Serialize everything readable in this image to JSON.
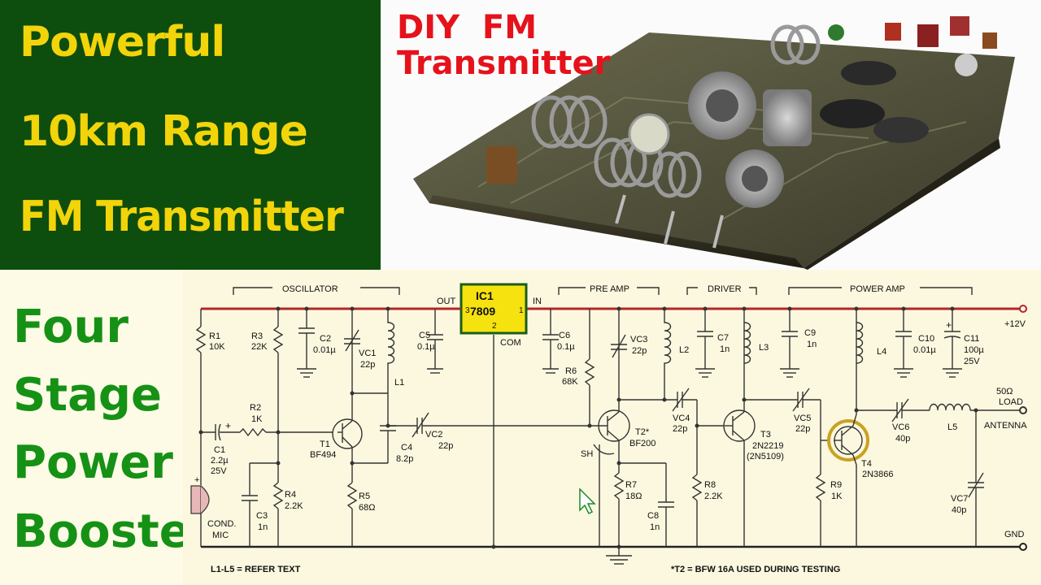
{
  "title_lines": [
    "Powerful",
    "10km Range",
    "FM Transmitter"
  ],
  "diy_title": "DIY  FM\nTransmitter",
  "stage_words": [
    "Four",
    "Stage",
    "Power",
    "Booster"
  ],
  "sections": {
    "oscillator": "OSCILLATOR",
    "pre_amp": "PRE AMP",
    "driver": "DRIVER",
    "power_amp": "POWER AMP"
  },
  "ic": {
    "name": "IC1",
    "part": "7809",
    "pin_in": "1",
    "pin_com": "2",
    "pin_out": "3",
    "out_label": "OUT",
    "in_label": "IN",
    "com_label": "COM"
  },
  "supply": "+12V",
  "gnd": "GND",
  "antenna": {
    "line1": "50Ω",
    "line2": "LOAD",
    "line3": "ANTENNA"
  },
  "mic": {
    "sign": "+",
    "line1": "COND.",
    "line2": "MIC"
  },
  "components": {
    "R1": [
      "R1",
      "10K"
    ],
    "R2": [
      "R2",
      "1K"
    ],
    "R3": [
      "R3",
      "22K"
    ],
    "R4": [
      "R4",
      "2.2K"
    ],
    "R5": [
      "R5",
      "68Ω"
    ],
    "R6": [
      "R6",
      "68K"
    ],
    "R7": [
      "R7",
      "18Ω"
    ],
    "R8": [
      "R8",
      "2.2K"
    ],
    "R9": [
      "R9",
      "1K"
    ],
    "C1": [
      "C1",
      "2.2µ",
      "25V"
    ],
    "C2": [
      "C2",
      "0.01µ"
    ],
    "C3": [
      "C3",
      "1n"
    ],
    "C4": [
      "C4",
      "8.2p"
    ],
    "C5": [
      "C5",
      "0.1µ"
    ],
    "C6": [
      "C6",
      "0.1µ"
    ],
    "C7": [
      "C7",
      "1n"
    ],
    "C8": [
      "C8",
      "1n"
    ],
    "C9": [
      "C9",
      "1n"
    ],
    "C10": [
      "C10",
      "0.01µ"
    ],
    "C11": [
      "C11",
      "100µ",
      "25V"
    ],
    "VC1": [
      "VC1",
      "22p"
    ],
    "VC2": [
      "VC2",
      "22p"
    ],
    "VC3": [
      "VC3",
      "22p"
    ],
    "VC4": [
      "VC4",
      "22p"
    ],
    "VC5": [
      "VC5",
      "22p"
    ],
    "VC6": [
      "VC6",
      "40p"
    ],
    "VC7": [
      "VC7",
      "40p"
    ],
    "L1": "L1",
    "L2": "L2",
    "L3": "L3",
    "L4": "L4",
    "L5": "L5",
    "T1": [
      "T1",
      "BF494"
    ],
    "T2": [
      "T2*",
      "BF200"
    ],
    "T3": [
      "T3",
      "2N2219",
      "(2N5109)"
    ],
    "T4": [
      "T4",
      "2N3866"
    ],
    "SH": "SH"
  },
  "notes": {
    "inductors": "L1-L5 = REFER TEXT",
    "t2": "*T2 = BFW 16A USED DURING TESTING"
  },
  "colors": {
    "title_bg": "#0d4d0d",
    "title_text": "#f2d40a",
    "diy_red": "#e5121b",
    "stage_green": "#159115",
    "supply_rail": "#b3262a",
    "ic_fill": "#f5e20f",
    "wire": "#333333"
  }
}
